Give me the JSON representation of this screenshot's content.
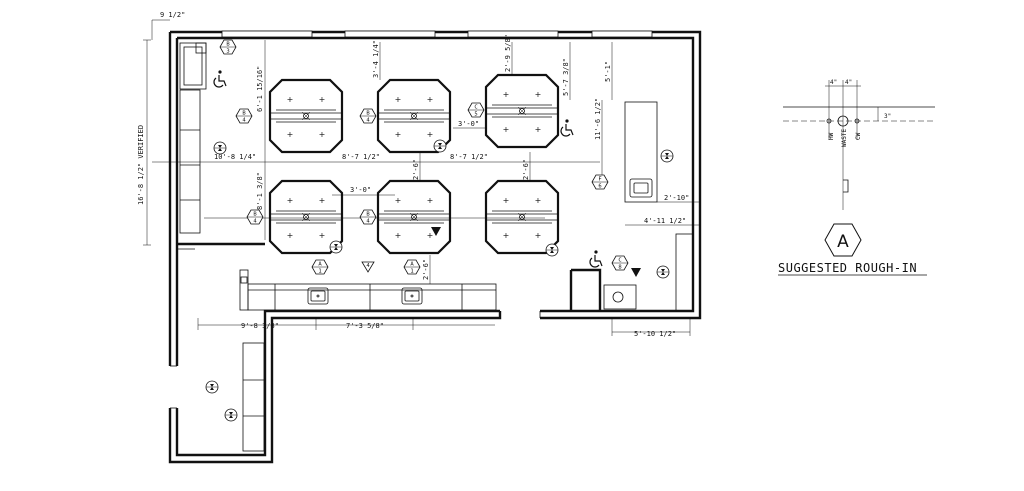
{
  "dimensions": {
    "top_offset": "9 1/2\"",
    "left_verified": "16'-8 1/2\" VERIFIED",
    "d1": "6'-1 15/16\"",
    "d2": "3'-4 1/4\"",
    "d3": "2'-9 5/8\"",
    "d4": "5'-7 3/8\"",
    "d5": "5'-1\"",
    "d6": "11'-6 1/2\"",
    "d7": "3'-0\"",
    "d8": "10'-8 1/4\"",
    "d9": "8'-7 1/2\"",
    "d10": "2'-6\"",
    "d11": "8'-7 1/2\"",
    "d12": "2'-6\"",
    "d13": "8'-1 3/8\"",
    "d14": "3'-0\"",
    "d15": "2'-10\"",
    "d16": "4'-11 1/2\"",
    "d17": "2'-6\"",
    "d18": "9'-8 3/8\"",
    "d19": "7'-3 5/8\"",
    "d20": "5'-10 1/2\""
  },
  "tags": {
    "b3": [
      "B",
      "3"
    ],
    "b4": [
      "B",
      "4"
    ],
    "c5": [
      "C",
      "5"
    ],
    "f6": [
      "F",
      "6"
    ],
    "a1": [
      "A",
      "1"
    ],
    "c8": [
      "C",
      "8"
    ],
    "arrow4": "4"
  },
  "rough_in": {
    "label": "SUGGESTED ROUGH-IN",
    "tag_letter": "A",
    "dim_left": "4\"",
    "dim_right": "4\"",
    "dim_side": "3\"",
    "hw": "HW",
    "waste": "WASTE",
    "cw": "CW"
  }
}
